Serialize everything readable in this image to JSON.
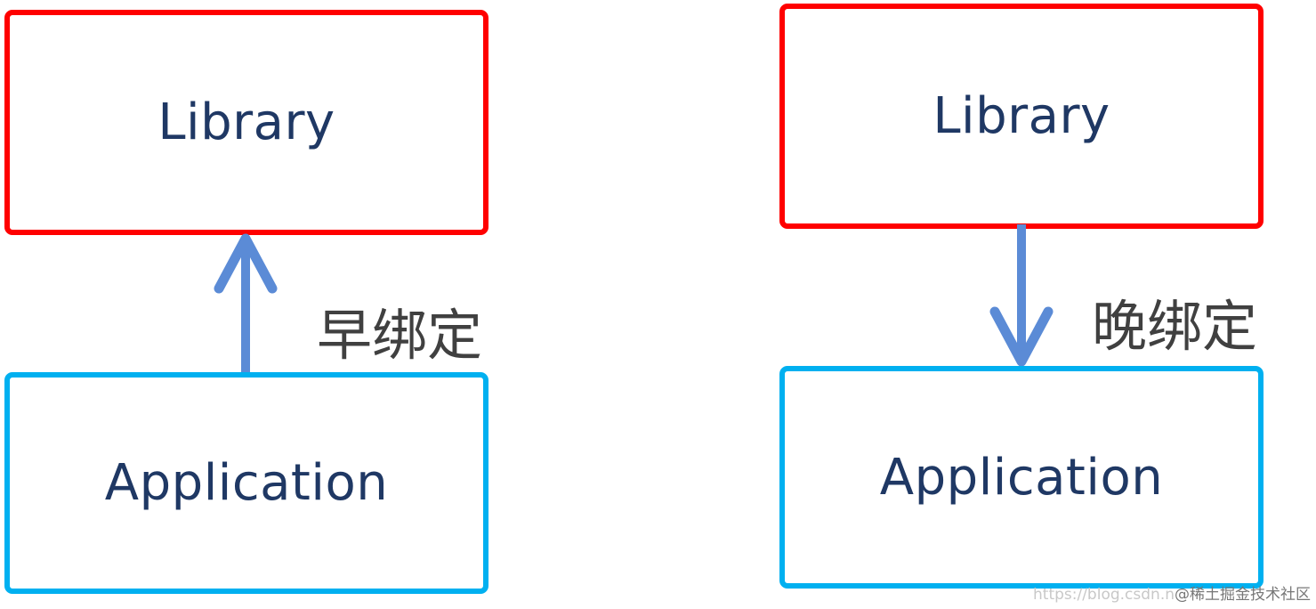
{
  "diagram": {
    "left": {
      "top_box": {
        "label": "Library",
        "border_color": "#ff0000"
      },
      "bottom_box": {
        "label": "Application",
        "border_color": "#00b0f0"
      },
      "arrow": {
        "direction": "up",
        "from": "Application",
        "to": "Library",
        "color": "#5b8bd6"
      },
      "binding_label": "早绑定"
    },
    "right": {
      "top_box": {
        "label": "Library",
        "border_color": "#ff0000"
      },
      "bottom_box": {
        "label": "Application",
        "border_color": "#00b0f0"
      },
      "arrow": {
        "direction": "down",
        "from": "Library",
        "to": "Application",
        "color": "#5b8bd6"
      },
      "binding_label": "晚绑定"
    }
  },
  "watermark": {
    "url_text": "https://blog.csdn.n",
    "site_text": "@稀土掘金技术社区"
  }
}
